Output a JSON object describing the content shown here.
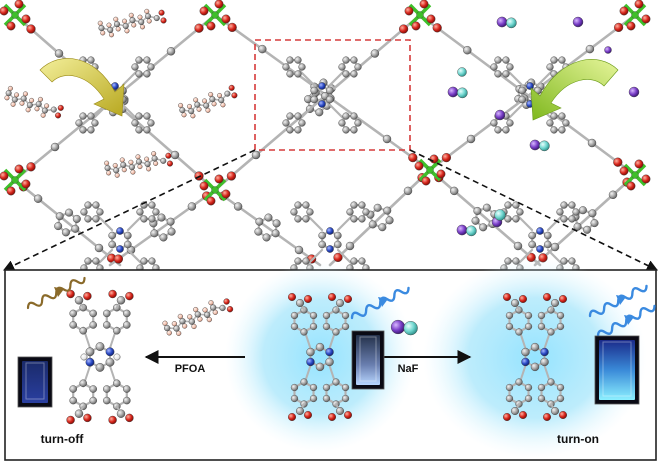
{
  "labels": {
    "pfoa": "PFOA",
    "naf": "NaF",
    "turn_off": "turn-off",
    "turn_on": "turn-on"
  },
  "colors": {
    "oxygen": "#d8261c",
    "carbon": "#9a9a9a",
    "nitrogen": "#2a49c4",
    "hydrogen": "#f2f2f2",
    "metal": "#3fbf2a",
    "fluorine": "#f0c8b8",
    "sodium": "#7a3fc8",
    "fluoride": "#6fd6cf",
    "glow": "#7fd8f5",
    "zoom_box": "#d63a3a",
    "arrow_yellow": "#e0d23a",
    "arrow_green": "#9fd43a",
    "wave_off": "#8a6a2a",
    "wave_on": "#3a8ae0"
  },
  "icons": [
    "curved-arrow-icon",
    "wavy-emission-icon",
    "cuvette-icon",
    "molecule-icon"
  ]
}
